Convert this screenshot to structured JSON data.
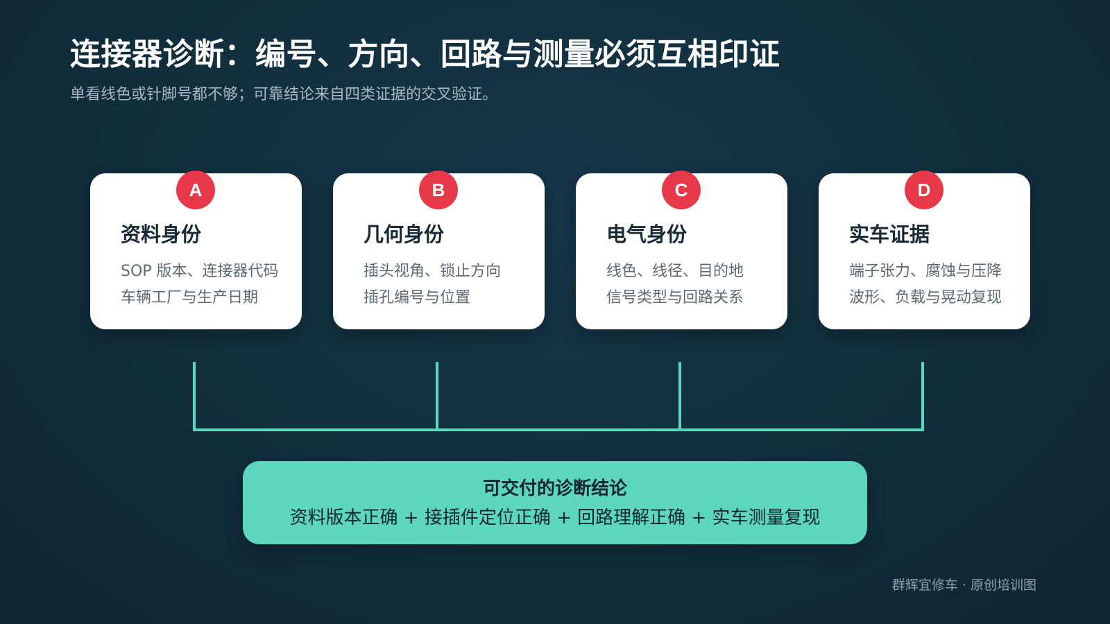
{
  "header": {
    "title": "连接器诊断：编号、方向、回路与测量必须互相印证",
    "subtitle": "单看线色或针脚号都不够；可靠结论来自四类证据的交叉验证。"
  },
  "cards": [
    {
      "badge": "A",
      "title": "资料身份",
      "lines": [
        "SOP 版本、连接器代码",
        "车辆工厂与生产日期"
      ]
    },
    {
      "badge": "B",
      "title": "几何身份",
      "lines": [
        "插头视角、锁止方向",
        "插孔编号与位置"
      ]
    },
    {
      "badge": "C",
      "title": "电气身份",
      "lines": [
        "线色、线径、目的地",
        "信号类型与回路关系"
      ]
    },
    {
      "badge": "D",
      "title": "实车证据",
      "lines": [
        "端子张力、腐蚀与压降",
        "波形、负载与晃动复现"
      ]
    }
  ],
  "conclusion": {
    "title": "可交付的诊断结论",
    "formula": "资料版本正确 + 接插件定位正确 + 回路理解正确 + 实车测量复现"
  },
  "footer": "群辉宜修车 · 原创培训图",
  "colors": {
    "background": "#12303f",
    "badge": "#e8394a",
    "connector": "#5cd6bd",
    "conclusion_fill": "#5cd6bd"
  }
}
